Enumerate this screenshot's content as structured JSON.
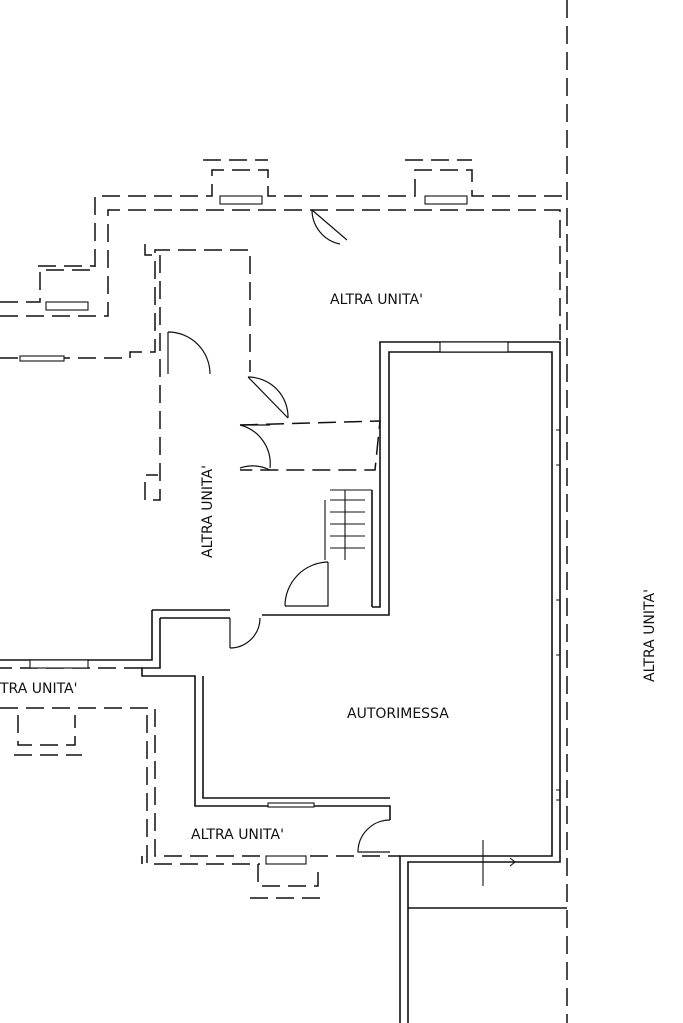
{
  "labels": {
    "top_room": "ALTRA UNITA'",
    "left_room_vertical": "ALTRA UNITA'",
    "right_strip_vertical": "ALTRA UNITA'",
    "left_cut_room": "TRA UNITA'",
    "bottom_room": "ALTRA UNITA'",
    "garage": "AUTORIMESSA"
  }
}
